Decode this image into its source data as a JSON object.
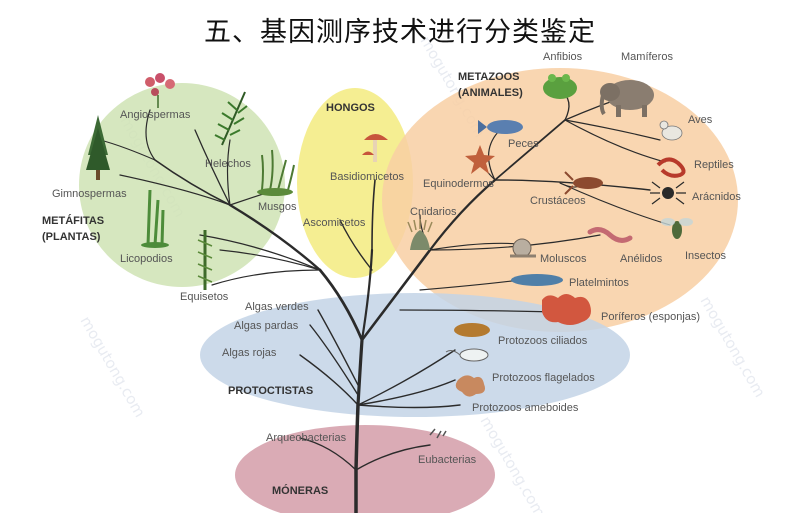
{
  "title": "五、基因测序技术进行分类鉴定",
  "watermark": "mogutong.com",
  "groups": {
    "metafitas": "METÁFITAS",
    "plantas": "(PLANTAS)",
    "hongos": "HONGOS",
    "metazoos": "METAZOOS",
    "animales": "(ANIMALES)",
    "protoctistas": "PROTOCTISTAS",
    "moneras": "MÓNERAS"
  },
  "labels": {
    "angiospermas": "Angiospermas",
    "helechos": "Helechos",
    "gimnospermas": "Gimnospermas",
    "musgos": "Musgos",
    "licopodios": "Licopodios",
    "equisetos": "Equisetos",
    "basidiomicetos": "Basidiomicetos",
    "ascomicetos": "Ascomicetos",
    "anfibios": "Anfibios",
    "mamiferos": "Mamíferos",
    "peces": "Peces",
    "aves": "Aves",
    "reptiles": "Reptiles",
    "equinodermos": "Equinodermos",
    "aracnidos": "Arácnidos",
    "crustaceos": "Crustáceos",
    "cnidarios": "Cnidarios",
    "insectos": "Insectos",
    "moluscos": "Moluscos",
    "anelidos": "Anélidos",
    "platelmintos": "Platelmintos",
    "poriferos": "Poríferos (esponjas)",
    "algas_verdes": "Algas verdes",
    "algas_pardas": "Algas pardas",
    "algas_rojas": "Algas rojas",
    "protozoos_ciliados": "Protozoos ciliados",
    "protozoos_flagelados": "Protozoos flagelados",
    "protozoos_ameboides": "Protozoos ameboides",
    "arqueobacterias": "Arqueobacterias",
    "eubacterias": "Eubacterias"
  },
  "colors": {
    "plantas": "#cfe3b4",
    "hongos": "#f4ec86",
    "animales": "#f8cfa3",
    "protoctistas": "#c3d3e6",
    "moneras": "#d6a2ad",
    "branch": "#2b2b2b"
  }
}
